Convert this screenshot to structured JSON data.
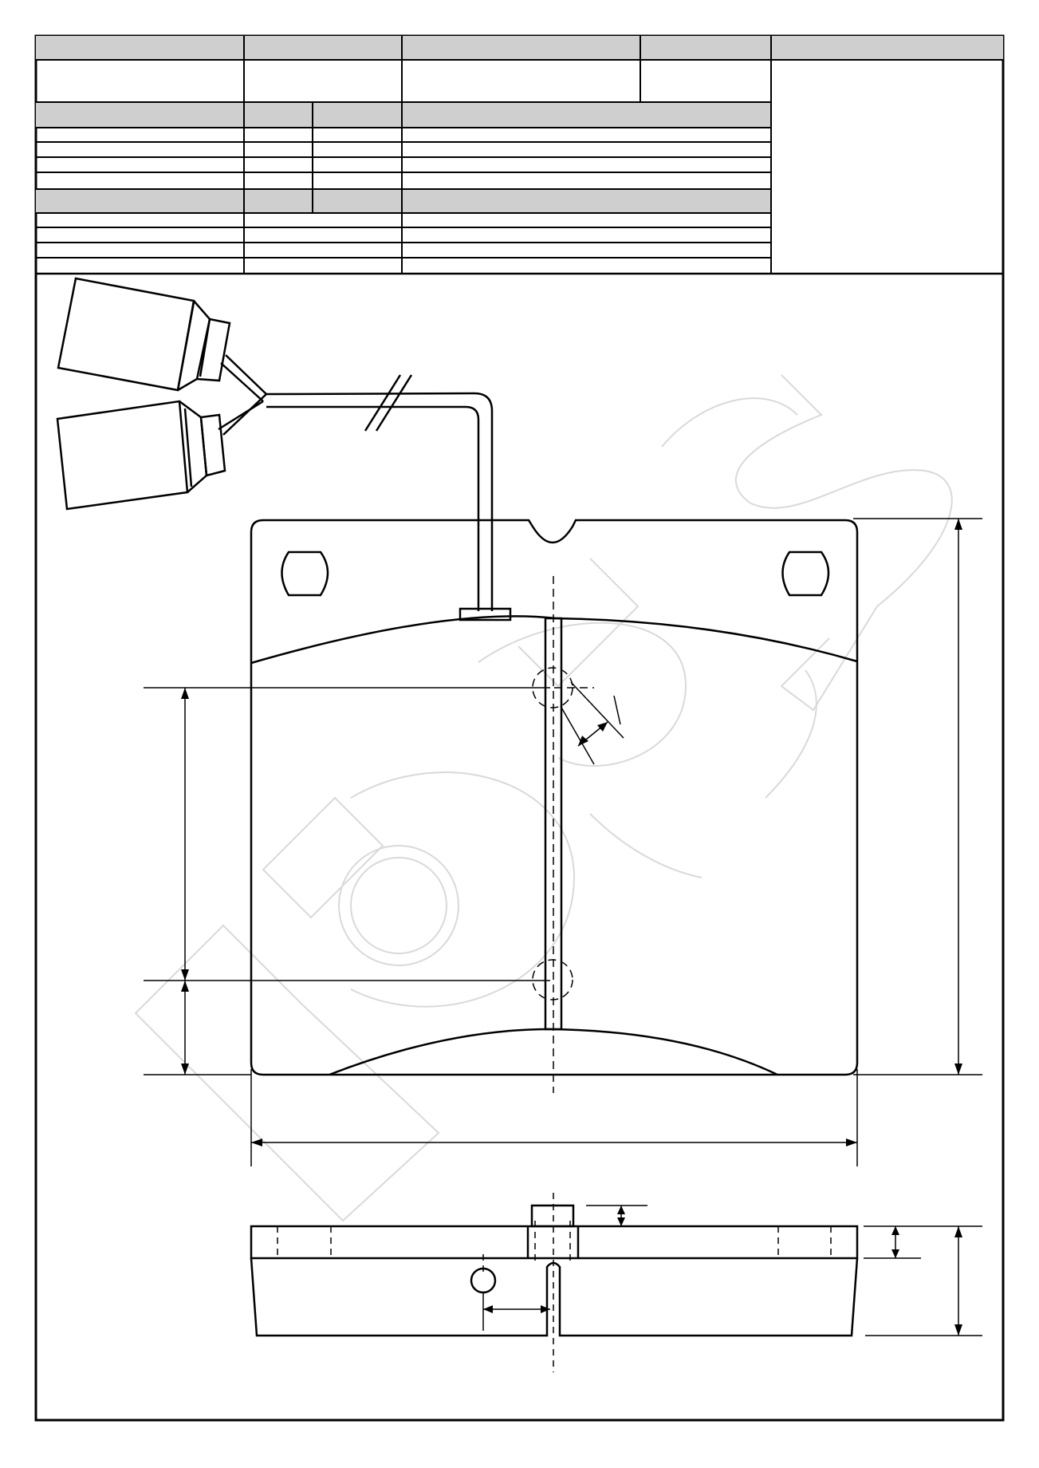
{
  "drawing": {
    "title_block": {
      "header_row": [
        "",
        "",
        "",
        "",
        ""
      ],
      "info_row": [
        "",
        "",
        "",
        "",
        ""
      ],
      "section_a": {
        "header": [
          "",
          "",
          "",
          ""
        ],
        "rows": [
          [
            "",
            "",
            "",
            ""
          ],
          [
            "",
            "",
            "",
            ""
          ],
          [
            "",
            "",
            "",
            ""
          ],
          [
            "",
            "",
            "",
            ""
          ]
        ]
      },
      "section_b": {
        "header": [
          "",
          "",
          "",
          ""
        ],
        "rows": [
          [
            "",
            "",
            ""
          ],
          [
            "",
            "",
            ""
          ],
          [
            "",
            "",
            ""
          ],
          [
            "",
            "",
            ""
          ]
        ]
      },
      "image_area": ""
    },
    "views": [
      "brake-pad-front-view",
      "brake-pad-side-view",
      "wear-sensor-cable"
    ],
    "colors": {
      "line": "#000000",
      "header_fill": "#cfcfcf",
      "watermark": "#d9d9d9"
    }
  }
}
